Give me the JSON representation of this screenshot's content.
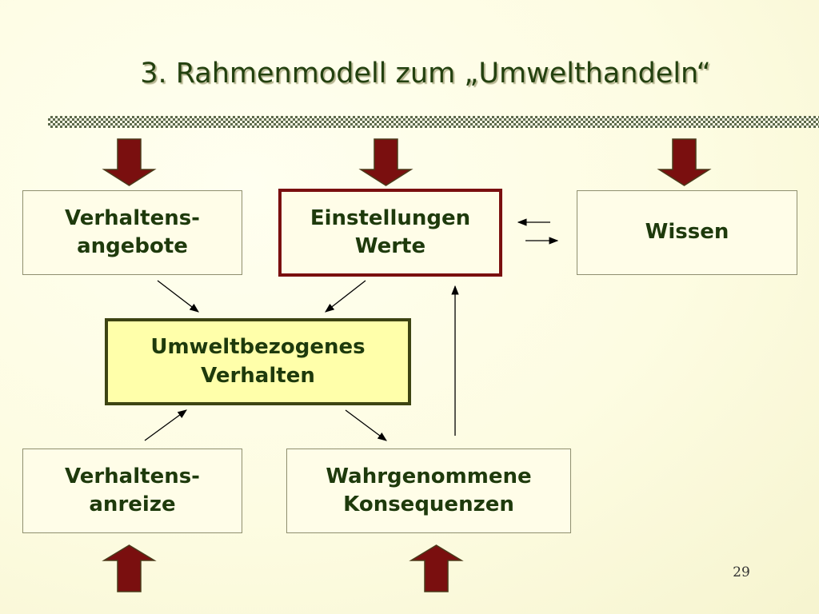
{
  "slide": {
    "title": "3. Rahmenmodell zum „Umwelthandeln“",
    "page_number": "29"
  },
  "boxes": {
    "verhaltensangebote": "Verhaltens-\nangebote",
    "einstellungen": "Einstellungen\nWerte",
    "wissen": "Wissen",
    "umweltverhalten": "Umweltbezogenes\nVerhalten",
    "verhaltensanreize": "Verhaltens-\nanreize",
    "konsequenzen": "Wahrgenommene\nKonsequenzen"
  },
  "colors": {
    "block_arrow_fill": "#7a0f0f",
    "box_text": "#1e3a0c",
    "central_box_fill": "#ffffaa",
    "highlight_border": "#7a0f0f"
  }
}
